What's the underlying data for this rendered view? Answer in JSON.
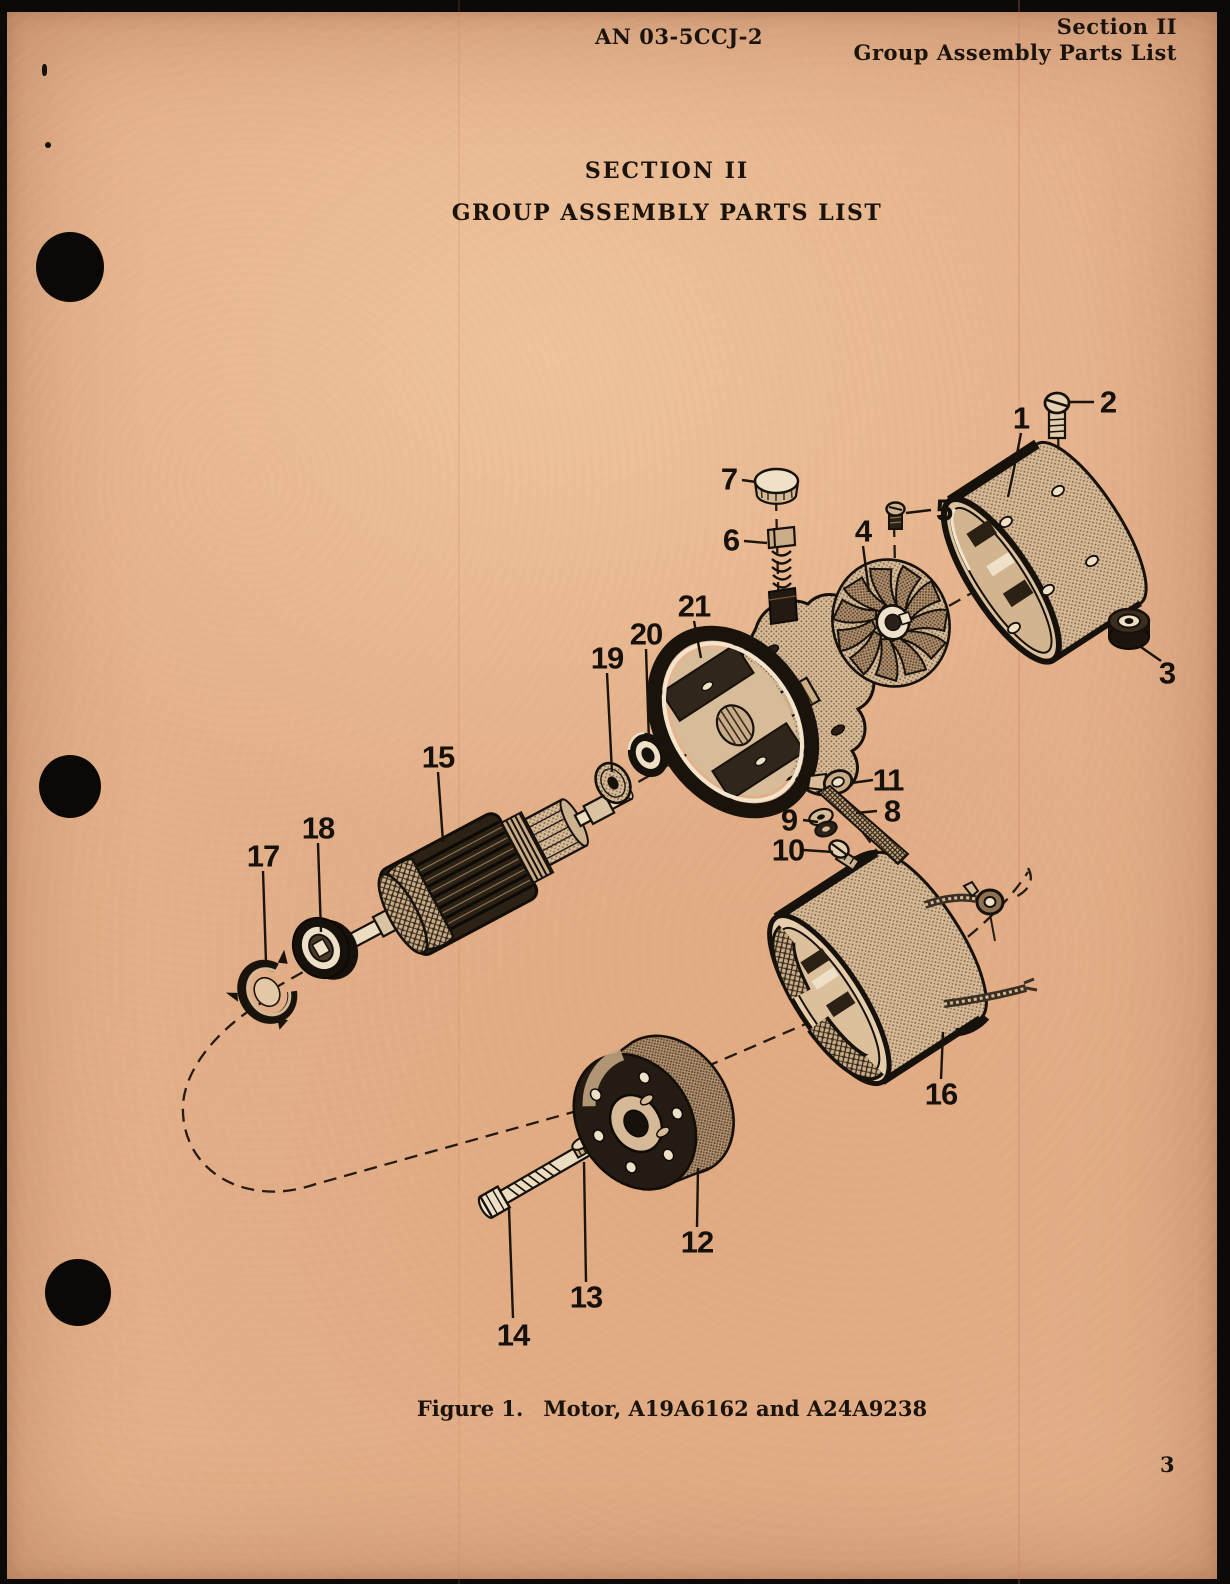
{
  "page": {
    "doc_number": "AN 03-5CCJ-2",
    "header_right_line1": "Section II",
    "header_right_line2": "Group Assembly Parts List",
    "section_title": "SECTION II",
    "section_subtitle": "GROUP ASSEMBLY PARTS LIST",
    "page_number": "3"
  },
  "figure": {
    "caption_figure": "Figure 1.",
    "caption_title": "Motor, A19A6162 and A24A9238",
    "description": "Exploded view of motor assembly with numbered part callouts",
    "callouts": [
      "1",
      "2",
      "3",
      "4",
      "5",
      "6",
      "7",
      "8",
      "9",
      "10",
      "11",
      "12",
      "13",
      "14",
      "15",
      "16",
      "17",
      "18",
      "19",
      "20",
      "21"
    ]
  },
  "colors": {
    "paper": "#e3b08a",
    "ink": "#17110b",
    "scan_border": "#0c0a08"
  }
}
